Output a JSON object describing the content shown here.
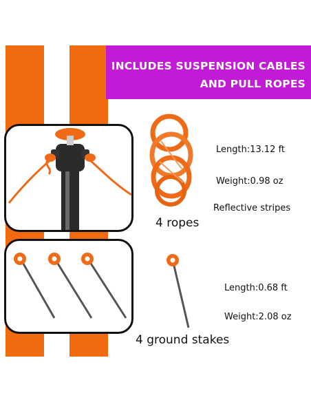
{
  "banner": {
    "line1": "INCLUDES SUSPENSION CABLES",
    "line2": "AND PULL ROPES"
  },
  "ropes": {
    "length": "Length:13.12 ft",
    "weight": "Weight:0.98 oz",
    "feature": "Reflective stripes",
    "caption": "4 ropes"
  },
  "stakes": {
    "length": "Length:0.68 ft",
    "weight": "Weight:2.08 oz",
    "caption": "4 ground stakes"
  },
  "colors": {
    "stripe": "#f26a10",
    "banner": "#c21bd6",
    "rope": "#ef6a16"
  }
}
